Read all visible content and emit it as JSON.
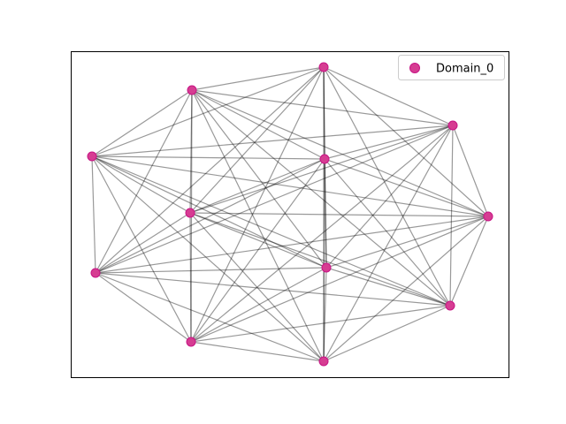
{
  "graph": {
    "node_color": "#d63d92",
    "edge_color": "#000000",
    "legend": {
      "label": "Domain_0",
      "placement": "top-right"
    },
    "nodes": [
      {
        "id": "n0"
      },
      {
        "id": "n1"
      },
      {
        "id": "n2"
      },
      {
        "id": "n3"
      },
      {
        "id": "n4"
      },
      {
        "id": "n5"
      },
      {
        "id": "n6"
      },
      {
        "id": "n7"
      },
      {
        "id": "n8"
      },
      {
        "id": "n9"
      },
      {
        "id": "n10"
      }
    ],
    "edges": [
      [
        "n0",
        "n1"
      ],
      [
        "n0",
        "n2"
      ],
      [
        "n0",
        "n3"
      ],
      [
        "n0",
        "n4"
      ],
      [
        "n0",
        "n5"
      ],
      [
        "n0",
        "n6"
      ],
      [
        "n0",
        "n7"
      ],
      [
        "n0",
        "n8"
      ],
      [
        "n0",
        "n9"
      ],
      [
        "n0",
        "n10"
      ],
      [
        "n1",
        "n2"
      ],
      [
        "n1",
        "n3"
      ],
      [
        "n1",
        "n4"
      ],
      [
        "n1",
        "n5"
      ],
      [
        "n1",
        "n6"
      ],
      [
        "n1",
        "n7"
      ],
      [
        "n1",
        "n8"
      ],
      [
        "n1",
        "n9"
      ],
      [
        "n1",
        "n10"
      ],
      [
        "n2",
        "n3"
      ],
      [
        "n2",
        "n4"
      ],
      [
        "n2",
        "n5"
      ],
      [
        "n2",
        "n6"
      ],
      [
        "n2",
        "n7"
      ],
      [
        "n2",
        "n8"
      ],
      [
        "n2",
        "n9"
      ],
      [
        "n2",
        "n10"
      ],
      [
        "n3",
        "n4"
      ],
      [
        "n3",
        "n5"
      ],
      [
        "n3",
        "n6"
      ],
      [
        "n3",
        "n7"
      ],
      [
        "n3",
        "n8"
      ],
      [
        "n3",
        "n9"
      ],
      [
        "n3",
        "n10"
      ],
      [
        "n4",
        "n5"
      ],
      [
        "n4",
        "n6"
      ],
      [
        "n4",
        "n7"
      ],
      [
        "n4",
        "n8"
      ],
      [
        "n4",
        "n9"
      ],
      [
        "n4",
        "n10"
      ],
      [
        "n5",
        "n6"
      ],
      [
        "n5",
        "n7"
      ],
      [
        "n5",
        "n8"
      ],
      [
        "n5",
        "n9"
      ],
      [
        "n5",
        "n10"
      ],
      [
        "n6",
        "n7"
      ],
      [
        "n6",
        "n8"
      ],
      [
        "n6",
        "n9"
      ],
      [
        "n6",
        "n10"
      ],
      [
        "n7",
        "n8"
      ],
      [
        "n7",
        "n9"
      ],
      [
        "n7",
        "n10"
      ],
      [
        "n8",
        "n9"
      ],
      [
        "n8",
        "n10"
      ],
      [
        "n9",
        "n10"
      ]
    ]
  }
}
